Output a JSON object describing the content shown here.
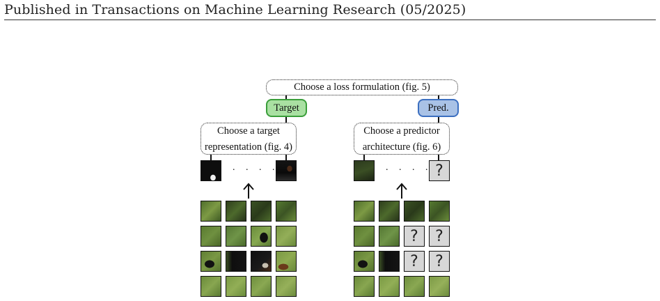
{
  "header": {
    "text": "Published in Transactions on Machine Learning Research (05/2025)"
  },
  "figure": {
    "loss_box": "Choose a loss formulation (fig. 5)",
    "target_pill": {
      "label": "Target",
      "fill": "#a9e0a2",
      "border": "#3a9e3a"
    },
    "pred_pill": {
      "label": "Pred.",
      "fill": "#a9c2e6",
      "border": "#3c6fc0"
    },
    "target_box": {
      "line1": "Choose a target",
      "line2": "representation (fig. 4)"
    },
    "predictor_box": {
      "line1": "Choose a predictor",
      "line2": "architecture (fig. 6)"
    },
    "dots": ". . . .",
    "question_mark": "?",
    "arrow": "up-arrow-icon",
    "colors": {
      "grass": "#5a7a34",
      "grass_light": "#7c9a45",
      "dark": "#1c1c1c",
      "dog_dark": "#101010",
      "question_bg": "#d7d7d7"
    }
  }
}
